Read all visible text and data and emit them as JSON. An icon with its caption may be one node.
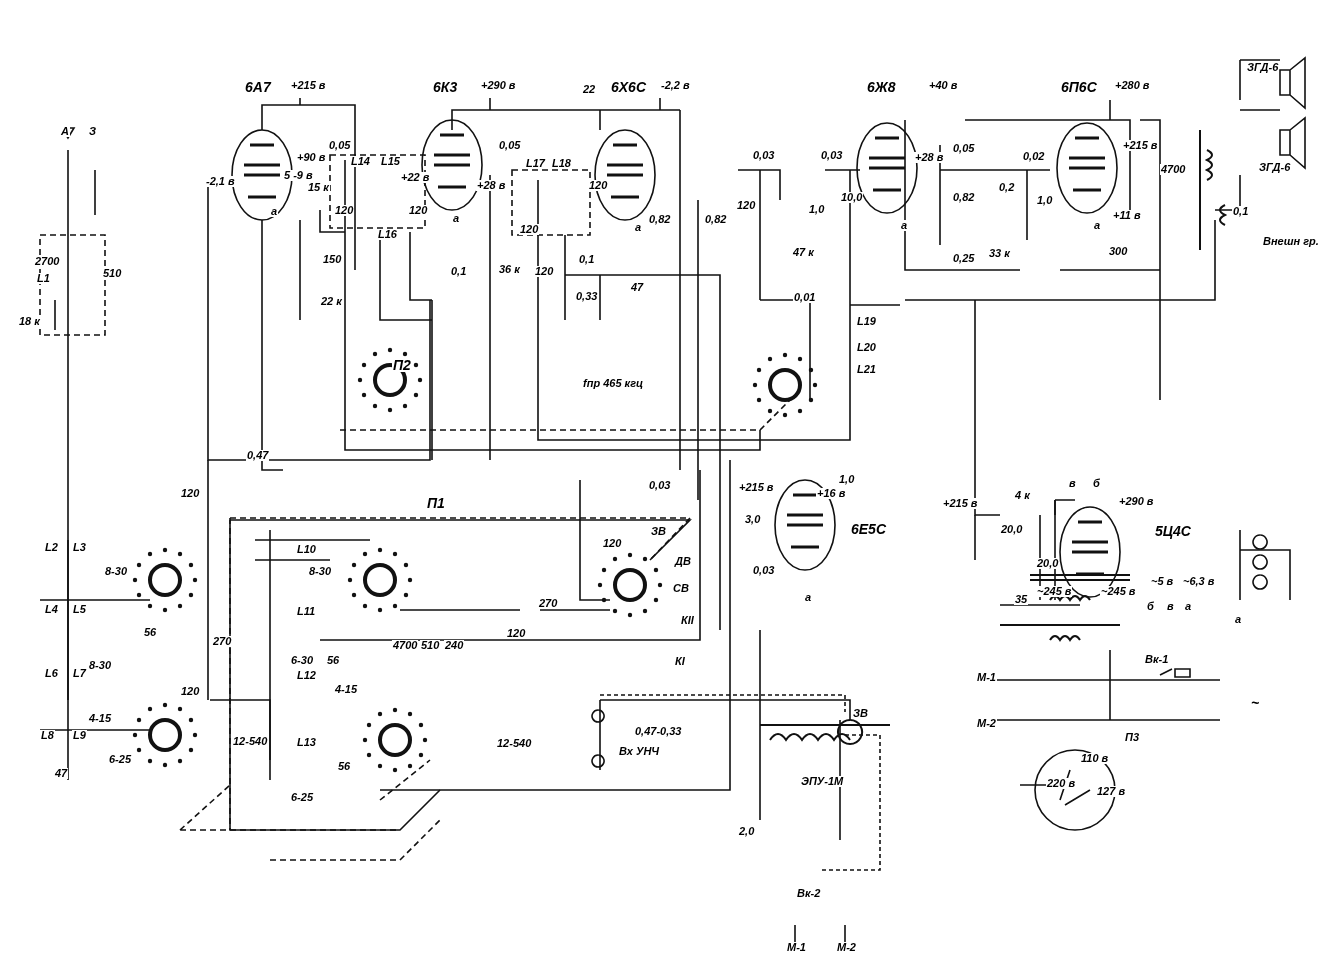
{
  "diagram": {
    "labels": [
      "А",
      "З",
      "2700",
      "L1",
      "510",
      "18 к",
      "6А7",
      "+215 в",
      "6К3",
      "+290 в",
      "22",
      "6Х6С",
      "-2,2 в",
      "6Ж8",
      "+40 в",
      "6П6С",
      "+280 в",
      "ЗГД-6",
      "ЗГД-6",
      "0,05",
      "+90 в",
      "-2,1 в",
      "5 -9 в",
      "15 к",
      "L14",
      "L15",
      "+22 в",
      "120",
      "120",
      "L16",
      "150",
      "22 к",
      "0,05",
      "+28 в",
      "0,1",
      "36 к",
      "L17",
      "L18",
      "120",
      "120",
      "120",
      "0,1",
      "0,33",
      "47",
      "0,82",
      "0,82",
      "0,03",
      "0,03",
      "120",
      "1,0",
      "10,0",
      "47 к",
      "0,01",
      "+28 в",
      "0,05",
      "0,82",
      "0,25",
      "33 к",
      "0,02",
      "0,2",
      "1,0",
      "+215 в",
      "+11 в",
      "300",
      "4700",
      "0,1",
      "Внешн гр.",
      "L19",
      "L20",
      "П2",
      "L21",
      "fпр 465 кгц",
      "0,47",
      "120",
      "П1",
      "0,03",
      "+215 в",
      "3,0",
      "1,0",
      "+16 в",
      "6Е5С",
      "0,03",
      "L2",
      "L3",
      "8-30",
      "L4",
      "L5",
      "56",
      "L6",
      "L7",
      "8-30",
      "4-15",
      "L8",
      "L9",
      "6-25",
      "47",
      "120",
      "270",
      "12-540",
      "L10",
      "8-30",
      "L11",
      "L12",
      "6-30",
      "56",
      "4-15",
      "L13",
      "56",
      "6-25",
      "4700",
      "510",
      "240",
      "120",
      "270",
      "120",
      "ЗВ",
      "ДВ",
      "СВ",
      "КII",
      "КI",
      "12-540",
      "0,47-0,33",
      "Вх УНЧ",
      "ЗВ",
      "ЭПУ-1М",
      "2,0",
      "Вк-2",
      "М-1",
      "М-2",
      "+215 в",
      "4 к",
      "20,0",
      "20,0",
      "в",
      "б",
      "+290 в",
      "5Ц4С",
      "35",
      "~245 в",
      "~245 в",
      "~5 в",
      "~6,3 в",
      "б",
      "в",
      "а",
      "М-1",
      "Вк-1",
      "М-2",
      "~",
      "П3",
      "110 в",
      "220 в",
      "127 в",
      "а",
      "а",
      "а",
      "а",
      "а",
      "а",
      "а"
    ]
  }
}
